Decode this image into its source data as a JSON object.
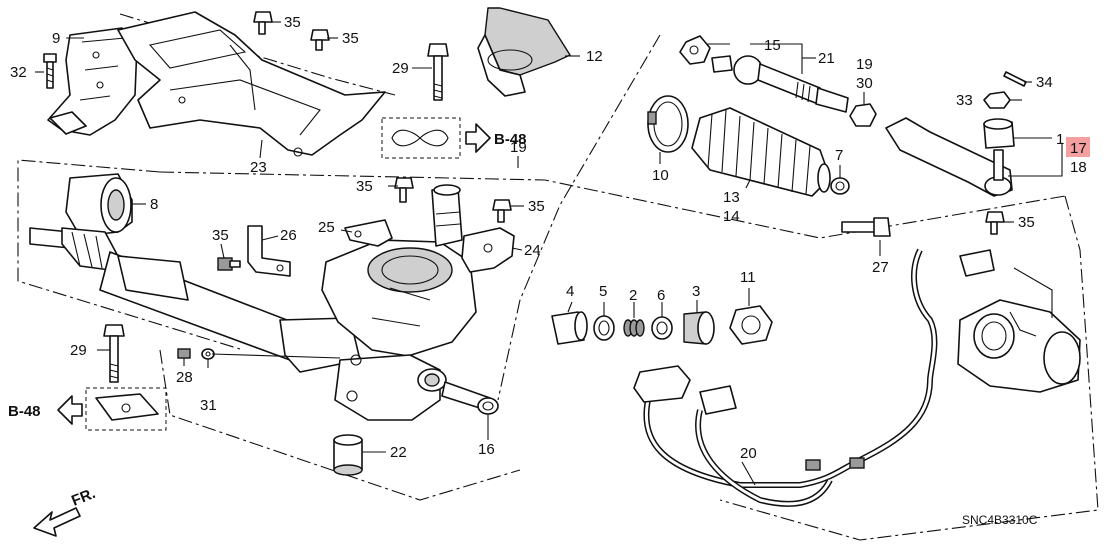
{
  "diagram_code": "SNC4B3310C",
  "front_marker": "FR.",
  "refs": {
    "upper": "B-48",
    "lower": "B-48"
  },
  "labels": {
    "l1": "1",
    "l2": "2",
    "l3": "3",
    "l4": "4",
    "l5": "5",
    "l6": "6",
    "l7": "7",
    "l8": "8",
    "l9": "9",
    "l10": "10",
    "l11": "11",
    "l12": "12",
    "l13": "13",
    "l14": "14",
    "l15": "15",
    "l16": "16",
    "l17": "17",
    "l18": "18",
    "l19": "19",
    "l19b": "19",
    "l20": "20",
    "l21": "21",
    "l22": "22",
    "l23": "23",
    "l24": "24",
    "l25": "25",
    "l26": "26",
    "l27": "27",
    "l28": "28",
    "l29a": "29",
    "l29b": "29",
    "l30": "30",
    "l31": "31",
    "l32": "32",
    "l33": "33",
    "l34": "34",
    "l35a": "35",
    "l35b": "35",
    "l35c": "35",
    "l35d": "35",
    "l35e": "35",
    "l35f": "35"
  },
  "highlight_color": "#f4a0a0"
}
